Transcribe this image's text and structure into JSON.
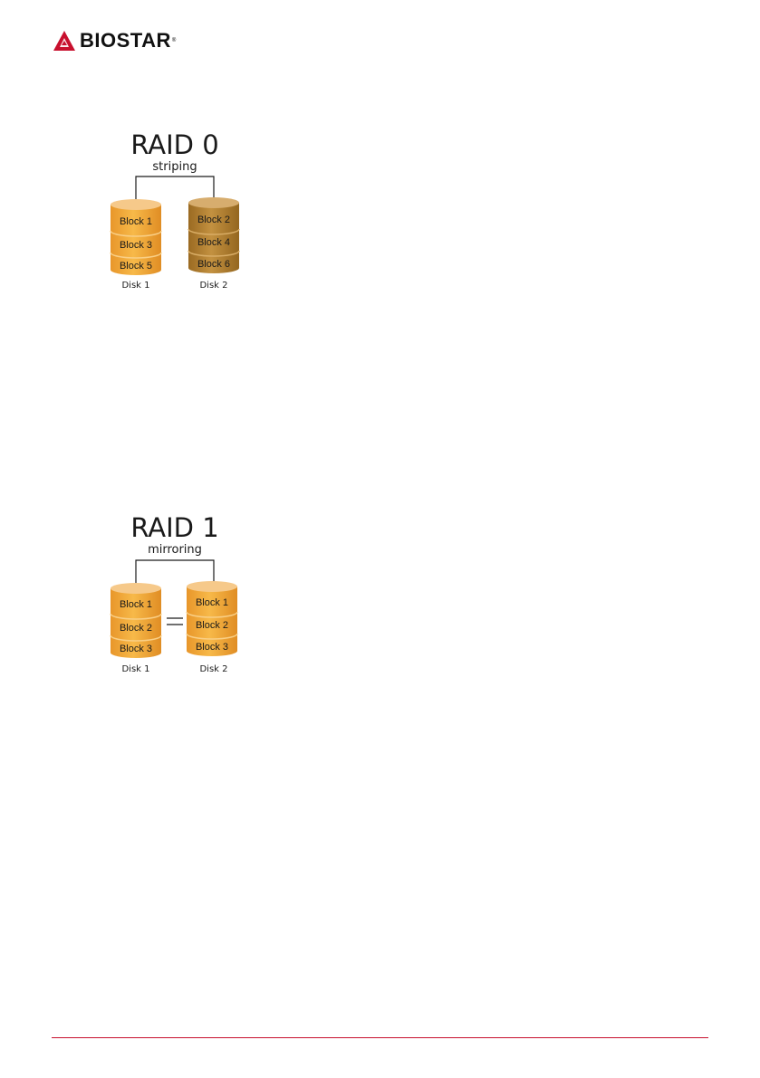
{
  "header": {
    "brand": "BIOSTAR",
    "brand_mark": "®",
    "brand_color": "#c8102e"
  },
  "raid0": {
    "title": "RAID 0",
    "subtitle": "striping",
    "disk1": {
      "label": "Disk 1",
      "blocks": [
        "Block 1",
        "Block 3",
        "Block 5"
      ],
      "color": "#f0ab39"
    },
    "disk2": {
      "label": "Disk 2",
      "blocks": [
        "Block 2",
        "Block 4",
        "Block 6"
      ],
      "color": "#b5812f"
    }
  },
  "raid1": {
    "title": "RAID 1",
    "subtitle": "mirroring",
    "disk1": {
      "label": "Disk 1",
      "blocks": [
        "Block 1",
        "Block 2",
        "Block 3"
      ],
      "color": "#f0ab39"
    },
    "disk2": {
      "label": "Disk 2",
      "blocks": [
        "Block 1",
        "Block 2",
        "Block 3"
      ],
      "color": "#f0ab39"
    },
    "equals_icon": "equals-icon"
  },
  "footer": {
    "rule_color": "#c8102e"
  }
}
